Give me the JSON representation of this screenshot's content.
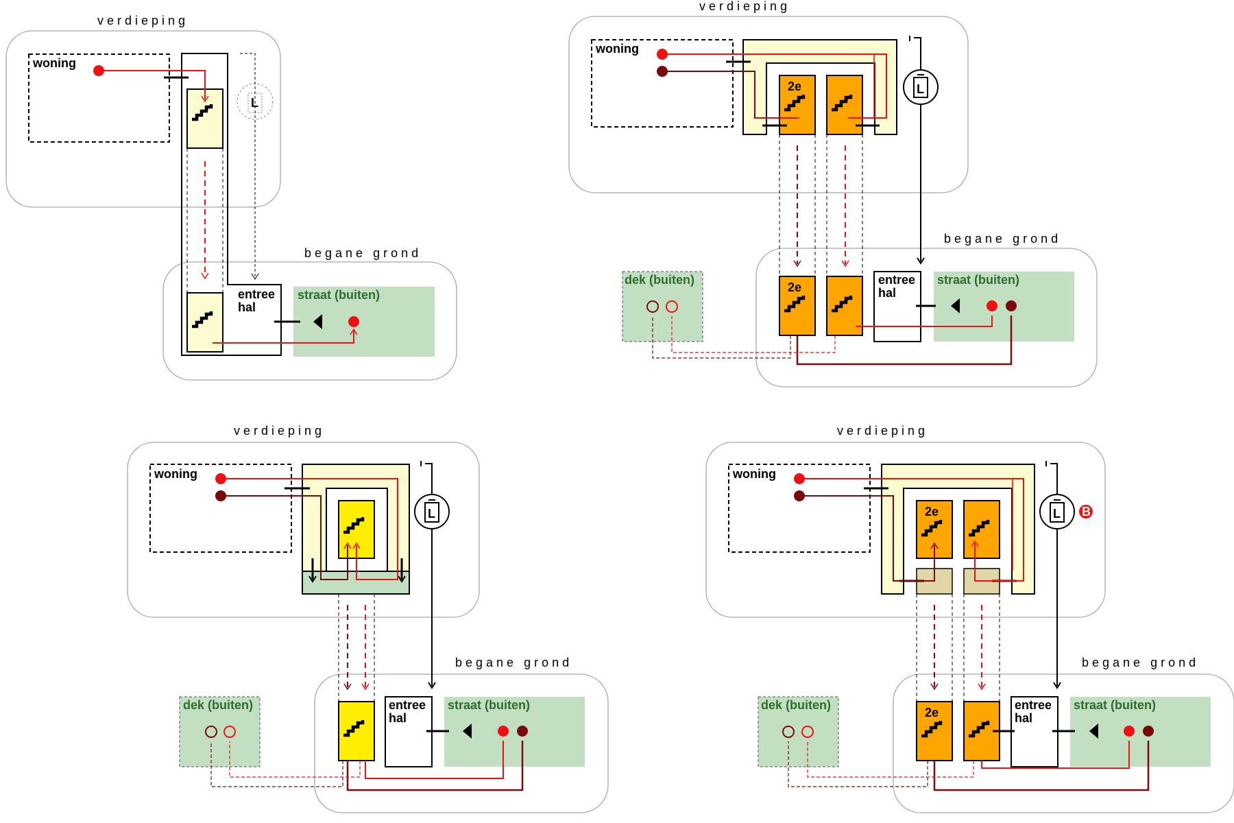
{
  "levels": {
    "upper": "verdieping",
    "ground": "begane grond"
  },
  "labels": {
    "dwelling": "woning",
    "entrance_line1": "entree",
    "entrance_line2": "hal",
    "street": "straat (buiten)",
    "deck": "dek (buiten)",
    "second_stair": "2e",
    "lift": "L",
    "badge": "B"
  },
  "colors": {
    "red": "#ee1111",
    "dark_red": "#7a0a0a",
    "stair_pale": "#fdfbd0",
    "stair_orange": "#ffa500",
    "stair_yellow": "#ffee00",
    "outdoor_green": "#c2dfc2",
    "outdoor_text": "#2e6b2e",
    "lobby_tan": "#e0d6a6",
    "floor_border": "#a8a8a8"
  }
}
